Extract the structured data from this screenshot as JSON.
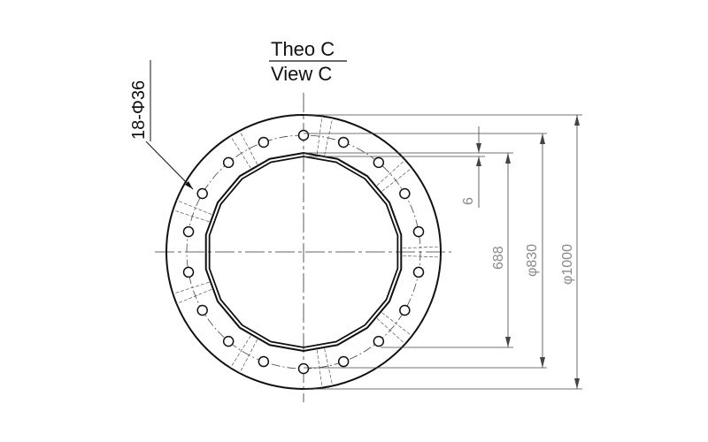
{
  "drawing": {
    "title_line1": "Theo C",
    "title_line2": "View C",
    "hole_callout": "18-Φ36",
    "hole_count": 18
  },
  "dimensions": {
    "gap": "6",
    "inner": "688",
    "bolt_circle": "φ830",
    "outer": "φ1000"
  },
  "colors": {
    "line": "#111111",
    "dimension": "#8a8a8a"
  }
}
